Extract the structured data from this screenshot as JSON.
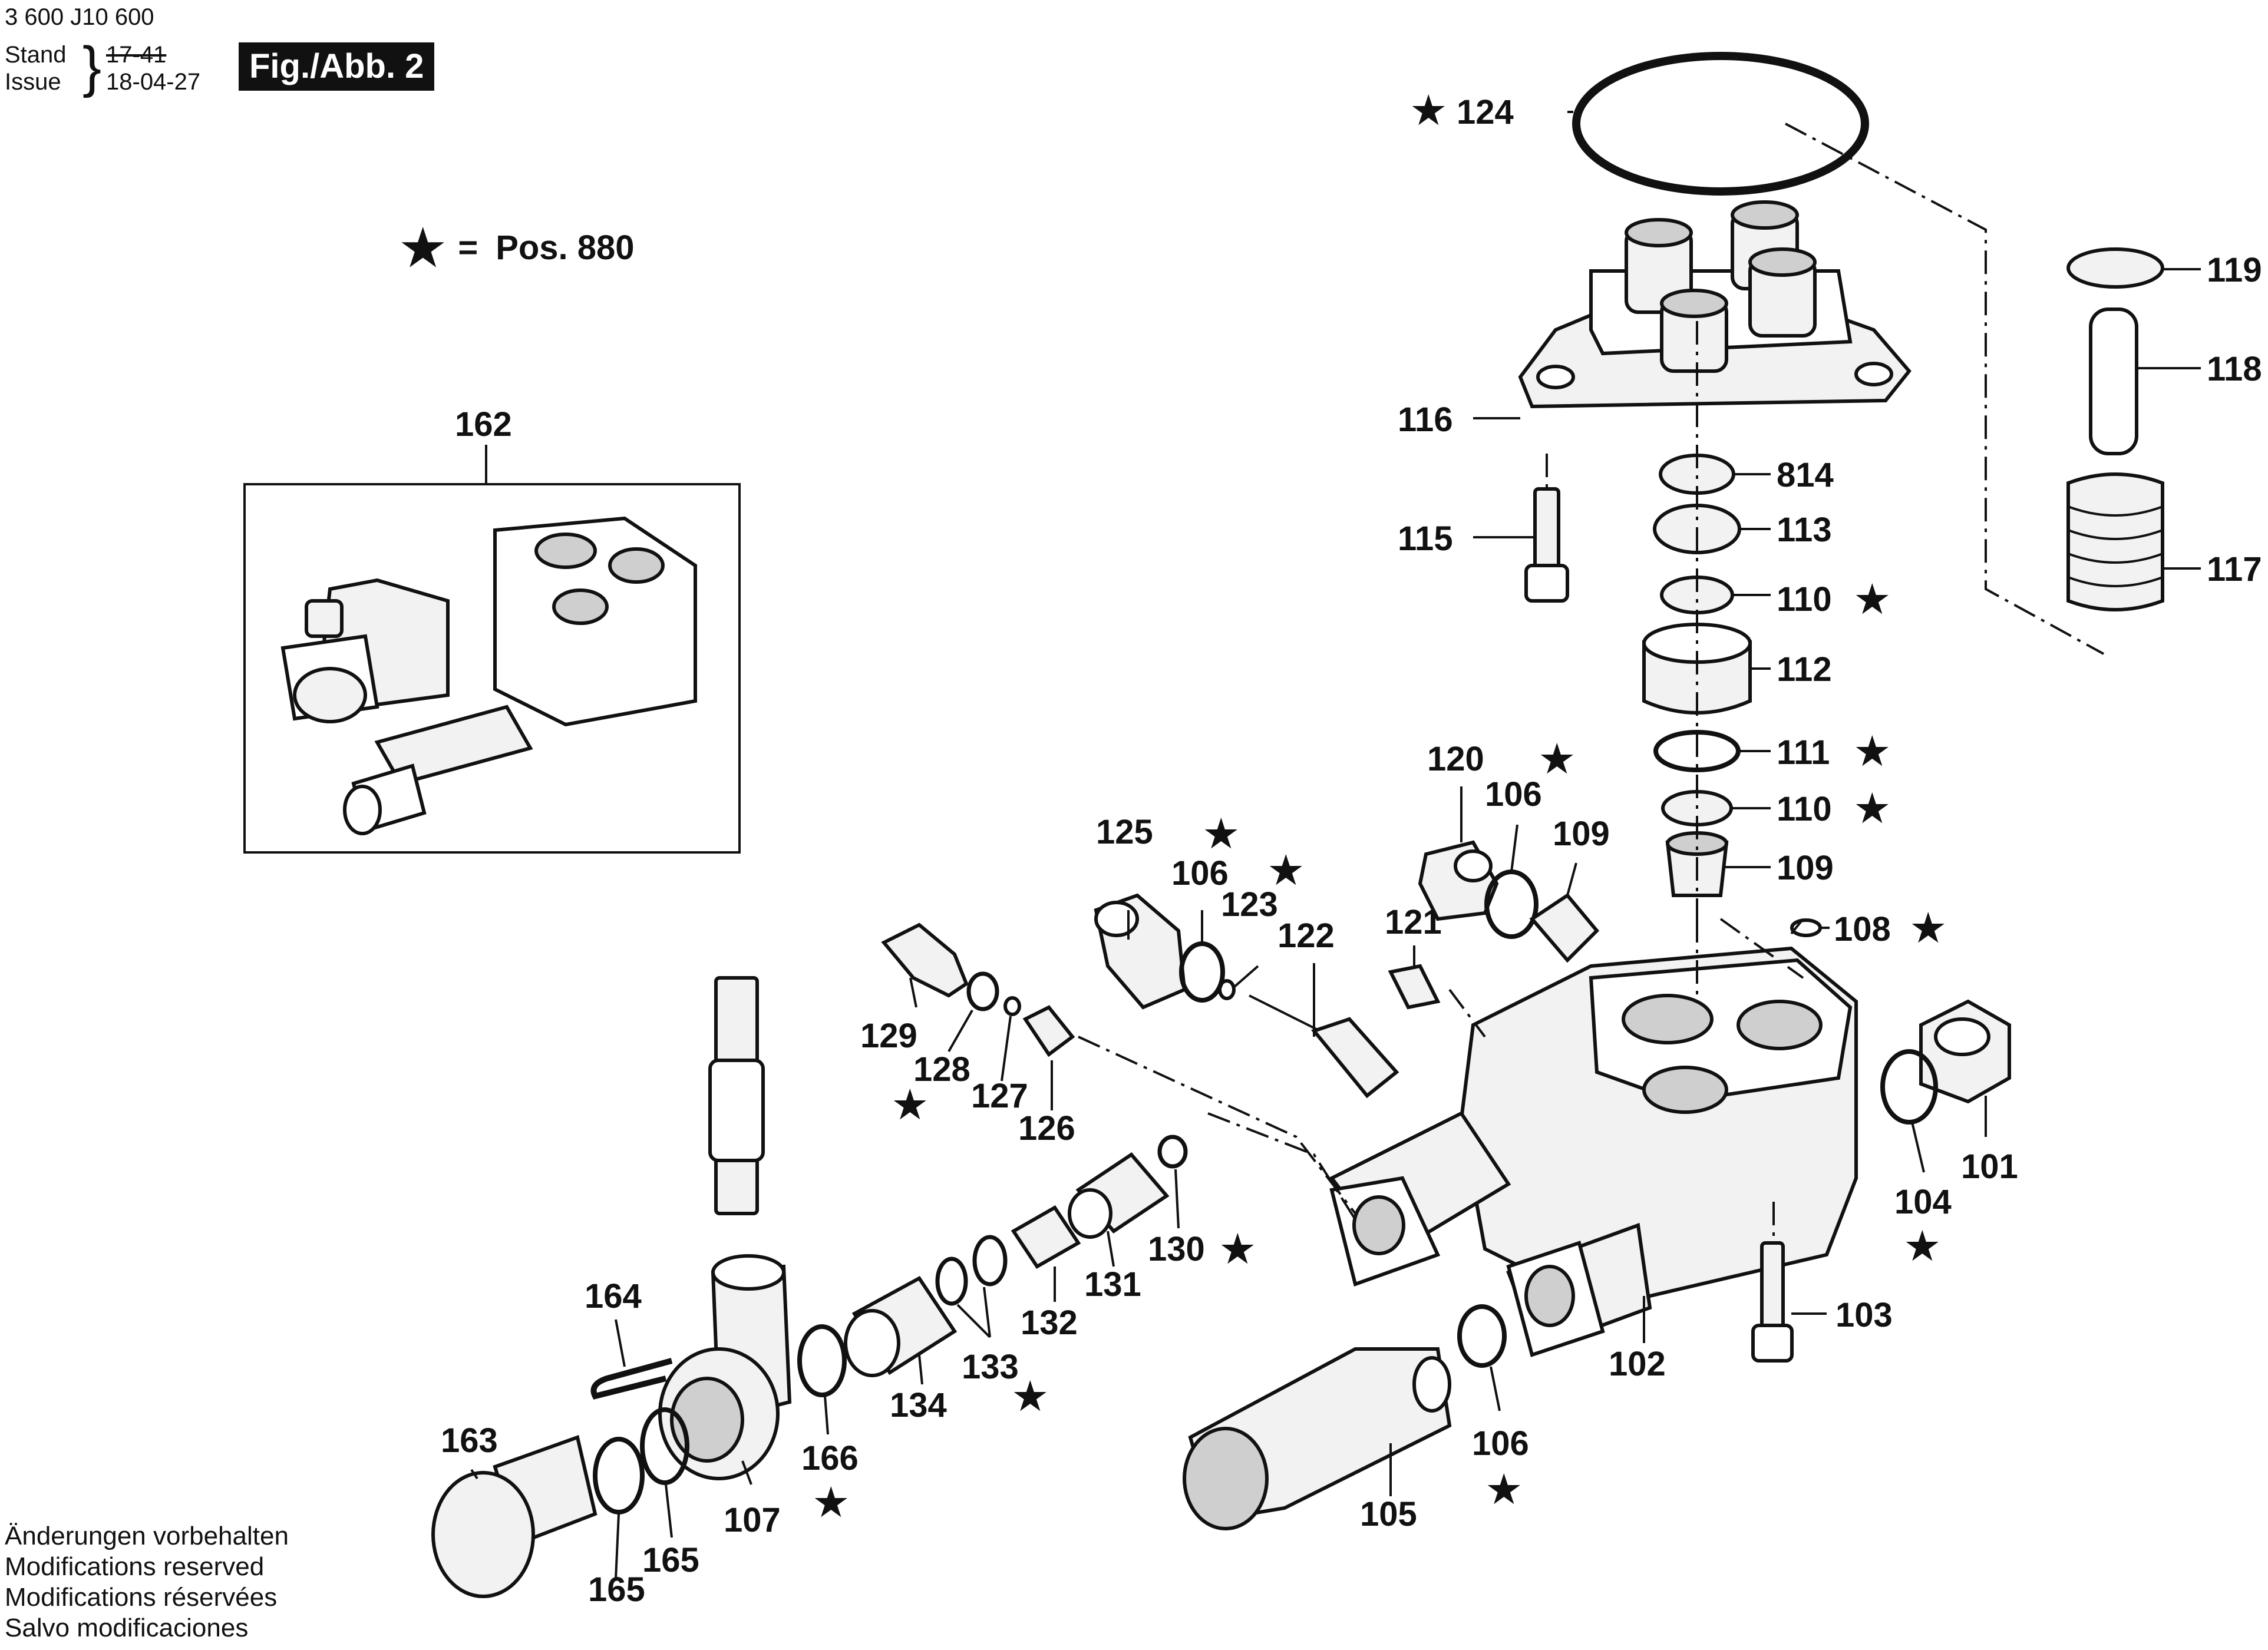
{
  "header": {
    "drawing_number": "3 600 J10 600",
    "stand_label": "Stand",
    "issue_label": "Issue",
    "stand_value_struck": "17-41",
    "issue_value": "18-04-27",
    "figure_label": "Fig./Abb. 2"
  },
  "legend": {
    "star_symbol": "★",
    "equals": "=",
    "text": "Pos. 880"
  },
  "notes": [
    "Änderungen vorbehalten",
    "Modifications reserved",
    "Modifications réservées",
    "Salvo modificaciones"
  ],
  "callouts": [
    {
      "id": "124",
      "starred": true
    },
    {
      "id": "119",
      "starred": false
    },
    {
      "id": "118",
      "starred": false
    },
    {
      "id": "117",
      "starred": false
    },
    {
      "id": "116",
      "starred": false
    },
    {
      "id": "115",
      "starred": false
    },
    {
      "id": "814",
      "starred": false
    },
    {
      "id": "113",
      "starred": false
    },
    {
      "id": "110",
      "starred": true
    },
    {
      "id": "112",
      "starred": false
    },
    {
      "id": "111",
      "starred": true
    },
    {
      "id": "110",
      "starred": true
    },
    {
      "id": "109",
      "starred": false
    },
    {
      "id": "108",
      "starred": true
    },
    {
      "id": "120",
      "starred": false
    },
    {
      "id": "106",
      "starred": true
    },
    {
      "id": "109",
      "starred": false
    },
    {
      "id": "125",
      "starred": false
    },
    {
      "id": "106",
      "starred": true
    },
    {
      "id": "123",
      "starred": true
    },
    {
      "id": "122",
      "starred": false
    },
    {
      "id": "121",
      "starred": false
    },
    {
      "id": "129",
      "starred": false
    },
    {
      "id": "128",
      "starred": true
    },
    {
      "id": "127",
      "starred": false
    },
    {
      "id": "126",
      "starred": false
    },
    {
      "id": "130",
      "starred": true
    },
    {
      "id": "131",
      "starred": false
    },
    {
      "id": "132",
      "starred": false
    },
    {
      "id": "133",
      "starred": true
    },
    {
      "id": "134",
      "starred": false
    },
    {
      "id": "162",
      "starred": false
    },
    {
      "id": "164",
      "starred": false
    },
    {
      "id": "163",
      "starred": false
    },
    {
      "id": "165",
      "starred": false
    },
    {
      "id": "165",
      "starred": false
    },
    {
      "id": "107",
      "starred": false
    },
    {
      "id": "166",
      "starred": true
    },
    {
      "id": "105",
      "starred": false
    },
    {
      "id": "106",
      "starred": true
    },
    {
      "id": "102",
      "starred": false
    },
    {
      "id": "103",
      "starred": false
    },
    {
      "id": "104",
      "starred": true
    },
    {
      "id": "101",
      "starred": false
    }
  ]
}
